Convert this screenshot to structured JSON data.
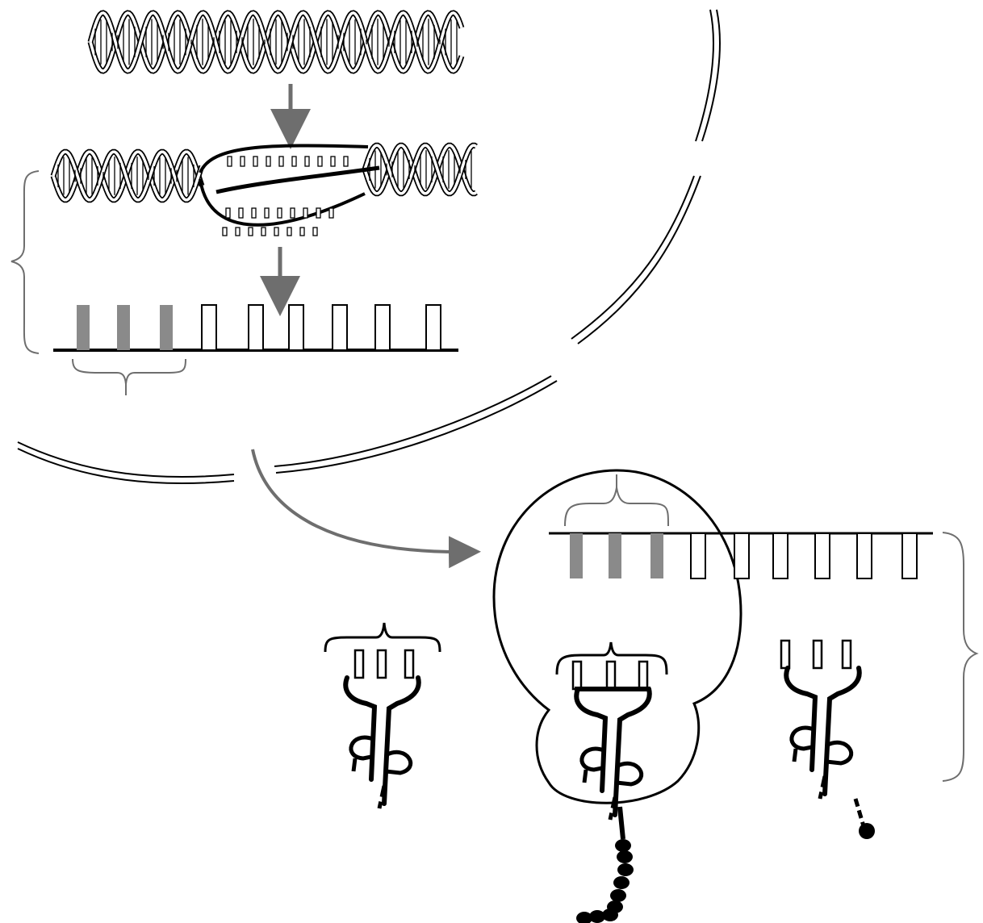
{
  "colors": {
    "ink": "#000000",
    "arrow_gray": "#6e6e6e",
    "codon_gray": "#8a8a8a",
    "bracket_gray": "#8c8c8c",
    "background": "#ffffff"
  },
  "figure": {
    "steps": [
      "dna-double-helix",
      "dna-unwinding-transcription",
      "mrna-strand",
      "translation-at-ribosome"
    ],
    "mrna_top": {
      "filled_codons": 3,
      "open_codons": 6
    },
    "mrna_ribosome": {
      "filled_codons": 3,
      "open_codons": 6
    },
    "trnas": [
      "trna-left-free",
      "trna-in-ribosome",
      "trna-right-leaving"
    ],
    "polypeptide_beads": 9
  }
}
